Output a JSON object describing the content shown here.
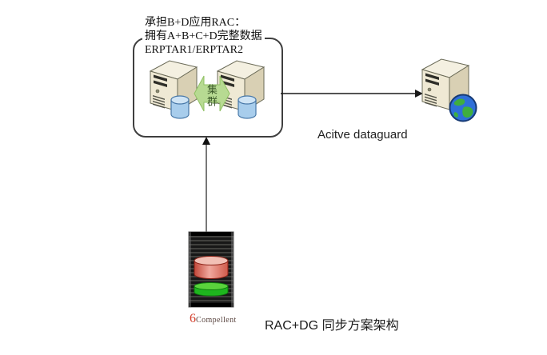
{
  "diagram": {
    "cluster_box": {
      "annotation_lines": [
        "承担B+D应用RAC：",
        "拥有A+B+C+D完整数据",
        "ERPTAR1/ERPTAR2"
      ],
      "sync_arrow_label": "集群"
    },
    "dg_connector": {
      "label": "Acitve dataguard"
    },
    "storage": {
      "brand_mark": "6",
      "brand_name": "Compellent"
    },
    "caption": "RAC+DG 同步方案架构"
  },
  "colors": {
    "box_border": "#3f3f3f",
    "server_front": "#efe9d4",
    "server_side": "#d9d0b4",
    "db_cylinder_blue": "#a8cdec",
    "sync_arrow_green": "#b7da92",
    "connector_black": "#1a1a1a",
    "storage_body_black": "#1a1a1a",
    "storage_disk_red": "#e0897b",
    "storage_disk_green": "#2fc42f",
    "globe_blue": "#2e6fd8",
    "globe_green": "#3fae3f",
    "brand_red": "#d23b28",
    "background": "#ffffff"
  }
}
